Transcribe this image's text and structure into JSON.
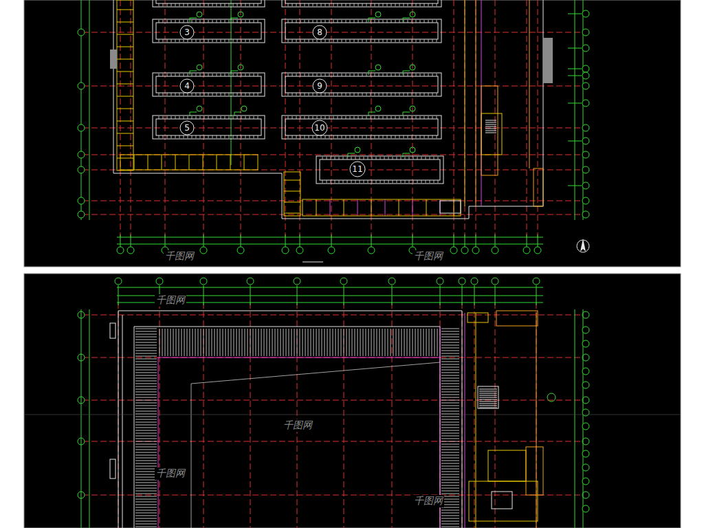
{
  "diagram": {
    "nodes": [
      {
        "text": [
          "3"
        ]
      },
      {
        "text": [
          "8"
        ]
      },
      {
        "text": [
          "4"
        ]
      },
      {
        "text": [
          "9"
        ]
      },
      {
        "text": [
          "5"
        ]
      },
      {
        "text": [
          "10"
        ]
      },
      {
        "text": [
          "11"
        ]
      }
    ],
    "labels": [
      "千图网",
      "千图网",
      "千图网",
      "千图网",
      "千图网",
      "千图网"
    ]
  }
}
